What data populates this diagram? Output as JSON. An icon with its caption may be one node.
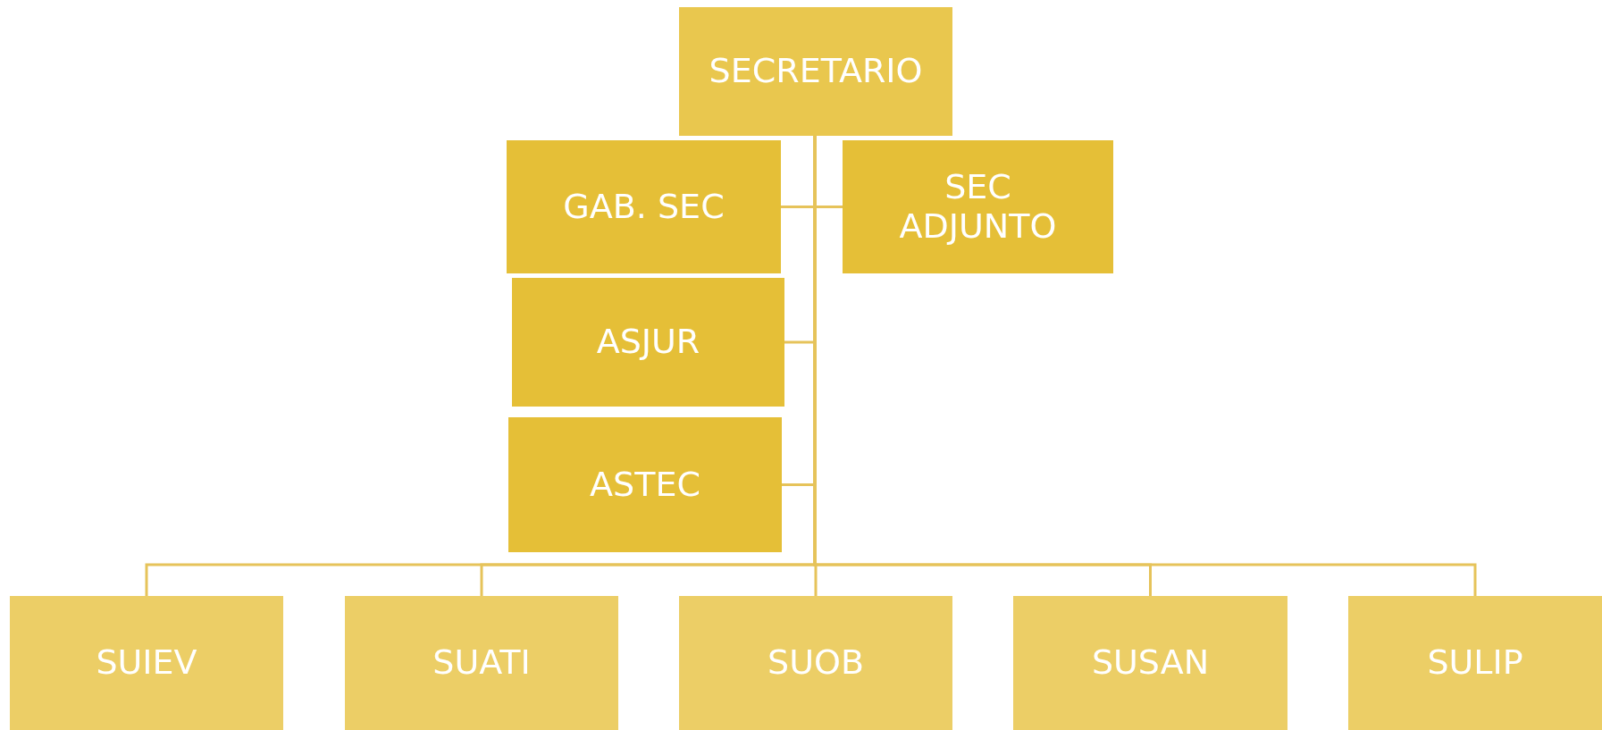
{
  "diagram": {
    "nodes": [
      {
        "text": [
          "SECRETARIO"
        ]
      },
      {
        "text": [
          "GAB. SEC"
        ]
      },
      {
        "text": [
          "SEC ADJUNTO"
        ]
      },
      {
        "text": [
          "ASJUR"
        ]
      },
      {
        "text": [
          "ASTEC"
        ]
      },
      {
        "text": [
          "SUIEV"
        ]
      },
      {
        "text": [
          "SUATI"
        ]
      },
      {
        "text": [
          "SUOB"
        ]
      },
      {
        "text": [
          "SUSAN"
        ]
      },
      {
        "text": [
          "SULIP"
        ]
      }
    ],
    "edges": [
      {
        "from": 0,
        "to": 1,
        "arrow": "none"
      },
      {
        "from": 0,
        "to": 2,
        "arrow": "none"
      },
      {
        "from": 0,
        "to": 3,
        "arrow": "none"
      },
      {
        "from": 0,
        "to": 4,
        "arrow": "none"
      },
      {
        "from": 0,
        "to": 5,
        "arrow": "none"
      },
      {
        "from": 0,
        "to": 6,
        "arrow": "none"
      },
      {
        "from": 0,
        "to": 7,
        "arrow": "none"
      },
      {
        "from": 0,
        "to": 8,
        "arrow": "none"
      },
      {
        "from": 0,
        "to": 9,
        "arrow": "none"
      }
    ]
  }
}
